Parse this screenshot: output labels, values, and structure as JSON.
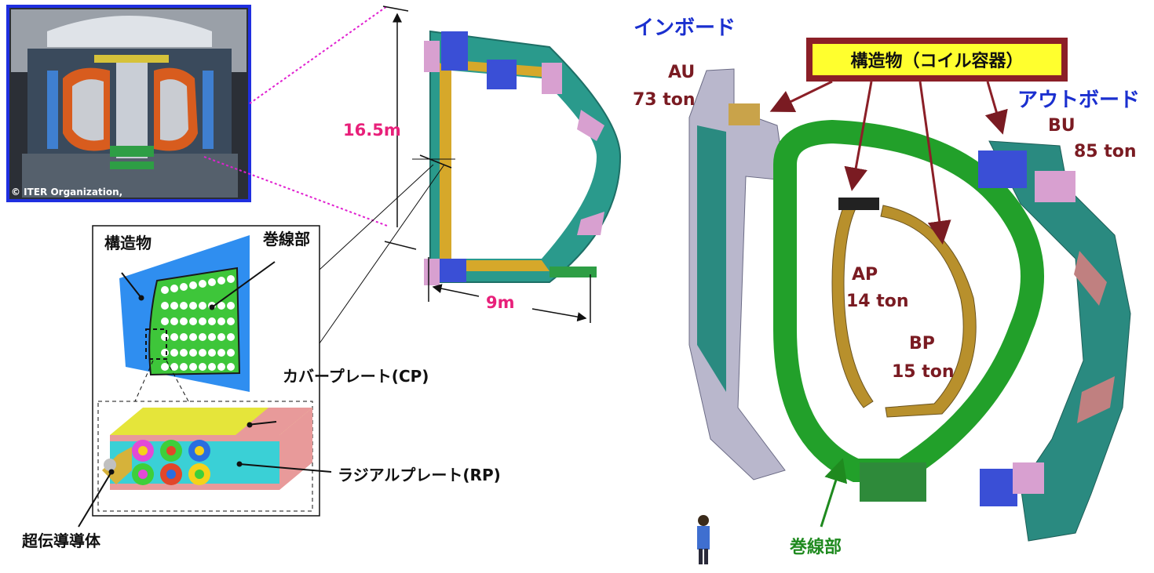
{
  "photo": {
    "copyright": "© ITER Organization,"
  },
  "dims": {
    "height": "16.5m",
    "width": "9m"
  },
  "cross_section": {
    "structure": "構造物",
    "winding": "巻線部",
    "cover_plate": "カバープレート(CP)",
    "radial_plate": "ラジアルプレート(RP)",
    "conductor": "超伝導導体"
  },
  "exploded": {
    "inboard": "インボード",
    "outboard": "アウトボード",
    "structure_banner": "構造物（コイル容器）",
    "au_name": "AU",
    "au_mass": "73 ton",
    "bu_name": "BU",
    "bu_mass": "85 ton",
    "ap_name": "AP",
    "ap_mass": "14 ton",
    "bp_name": "BP",
    "bp_mass": "15 ton",
    "winding": "巻線部"
  },
  "colors": {
    "label_blue": "#1a2fcf",
    "maroon": "#7a1b22",
    "dimension_pink": "#e8207a",
    "winding_green": "#22a02a",
    "case_teal": "#2a8a80",
    "banner_yellow": "#ffff2e"
  }
}
